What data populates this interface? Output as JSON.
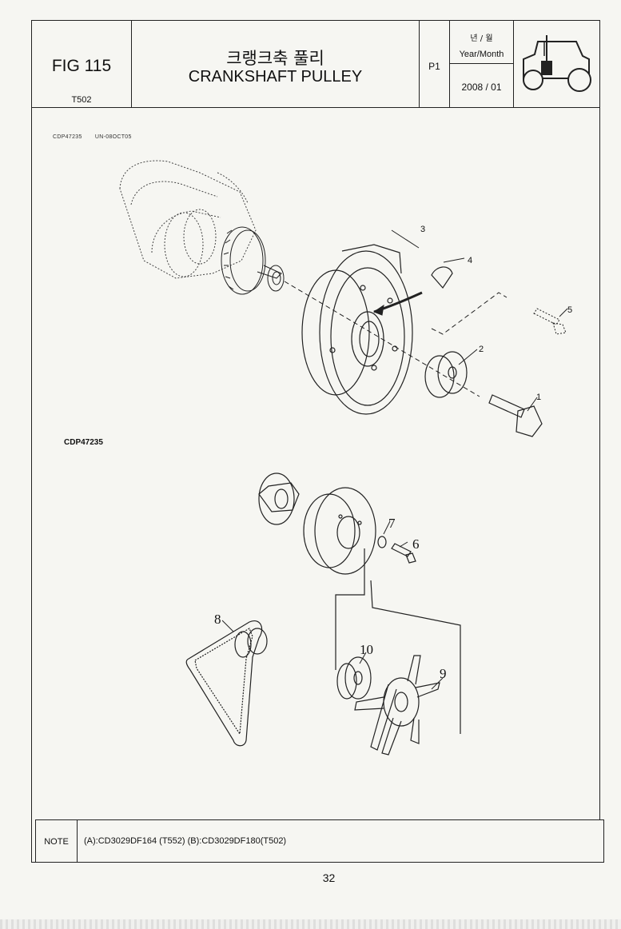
{
  "header": {
    "fig": "FIG 115",
    "model": "T502",
    "title_kr": "크랭크축 풀리",
    "title_en": "CRANKSHAFT PULLEY",
    "page": "P1",
    "date_label_kr": "년 / 월",
    "date_label_en": "Year/Month",
    "date_value": "2008 / 01",
    "logo": "tractor-icon"
  },
  "diagram": {
    "code_top": "CDP47235",
    "code_top_suffix": "UN-08OCT05",
    "code_lower": "CDP47235",
    "callouts_upper": [
      "1",
      "2",
      "3",
      "4",
      "5"
    ],
    "callouts_lower": [
      "6",
      "7",
      "8",
      "9",
      "10"
    ]
  },
  "note": {
    "label": "NOTE",
    "text": "(A):CD3029DF164 (T552)  (B):CD3029DF180(T502)"
  },
  "page_number": "32"
}
